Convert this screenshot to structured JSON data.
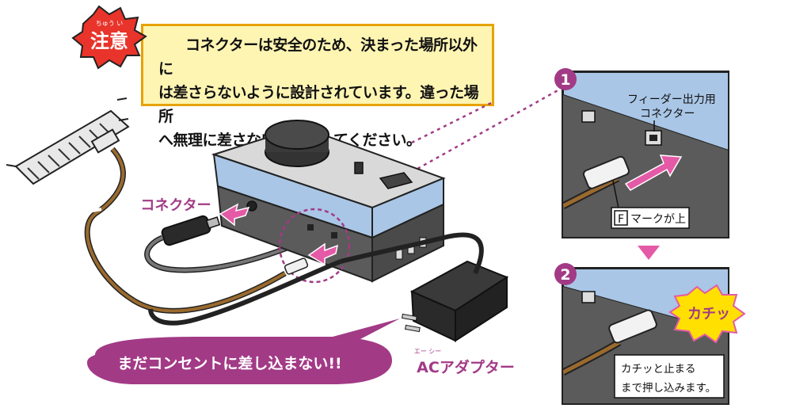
{
  "caution": {
    "badge": "注意",
    "badge_ruby": "ちゅう い",
    "line1": "コネクターは安全のため、決まった場所以外に",
    "line2": "は差さらないように設計されています。違った場所",
    "line3": "へ無理に差さないようにしてください。"
  },
  "labels": {
    "connector": "コネクター",
    "ac_adapter": "ACアダプター",
    "ac_ruby": "エー シー",
    "dont_plug": "まだコンセントに差し込まない!!"
  },
  "step1": {
    "number": "1",
    "feeder_line1": "フィーダー出力用",
    "feeder_line2": "コネクター",
    "mark_letter": "F",
    "mark_text": "マークが上"
  },
  "step2": {
    "number": "2",
    "click": "カチッ",
    "text_line1": "カチッと止まる",
    "text_line2": "まで押し込みます。"
  },
  "colors": {
    "magenta": "#a23a86",
    "pink_arrow": "#e45aa6",
    "caution_red": "#e8342a",
    "caution_bg": "#fff5b3",
    "device_blue": "#a9c6e6",
    "device_dark": "#5b5b5b",
    "yellow_burst": "#ffe000"
  }
}
